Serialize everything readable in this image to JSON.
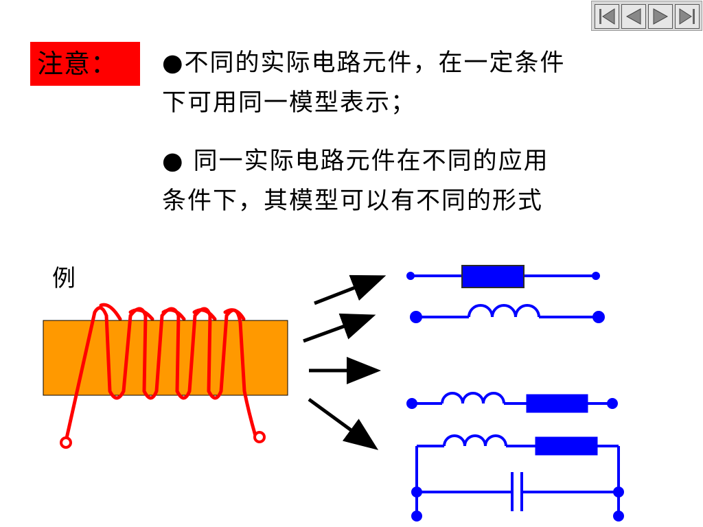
{
  "nav": {
    "buttons": [
      {
        "name": "first-slide-icon"
      },
      {
        "name": "previous-slide-icon"
      },
      {
        "name": "next-slide-icon"
      },
      {
        "name": "last-slide-icon"
      }
    ]
  },
  "note": {
    "label": "注意："
  },
  "bullets": [
    {
      "line1": "●不同的实际电路元件，在一定条件",
      "line2": "下可用同一模型表示；"
    },
    {
      "line1": "● 同一实际电路元件在不同的应用",
      "line2": "条件下，其模型可以有不同的形式"
    }
  ],
  "example": {
    "label": "例"
  },
  "colors": {
    "note_bg": "#ff0000",
    "core": "#ff9900",
    "coil": "#ff0000",
    "circuit": "#0000ff",
    "arrow": "#000000"
  }
}
